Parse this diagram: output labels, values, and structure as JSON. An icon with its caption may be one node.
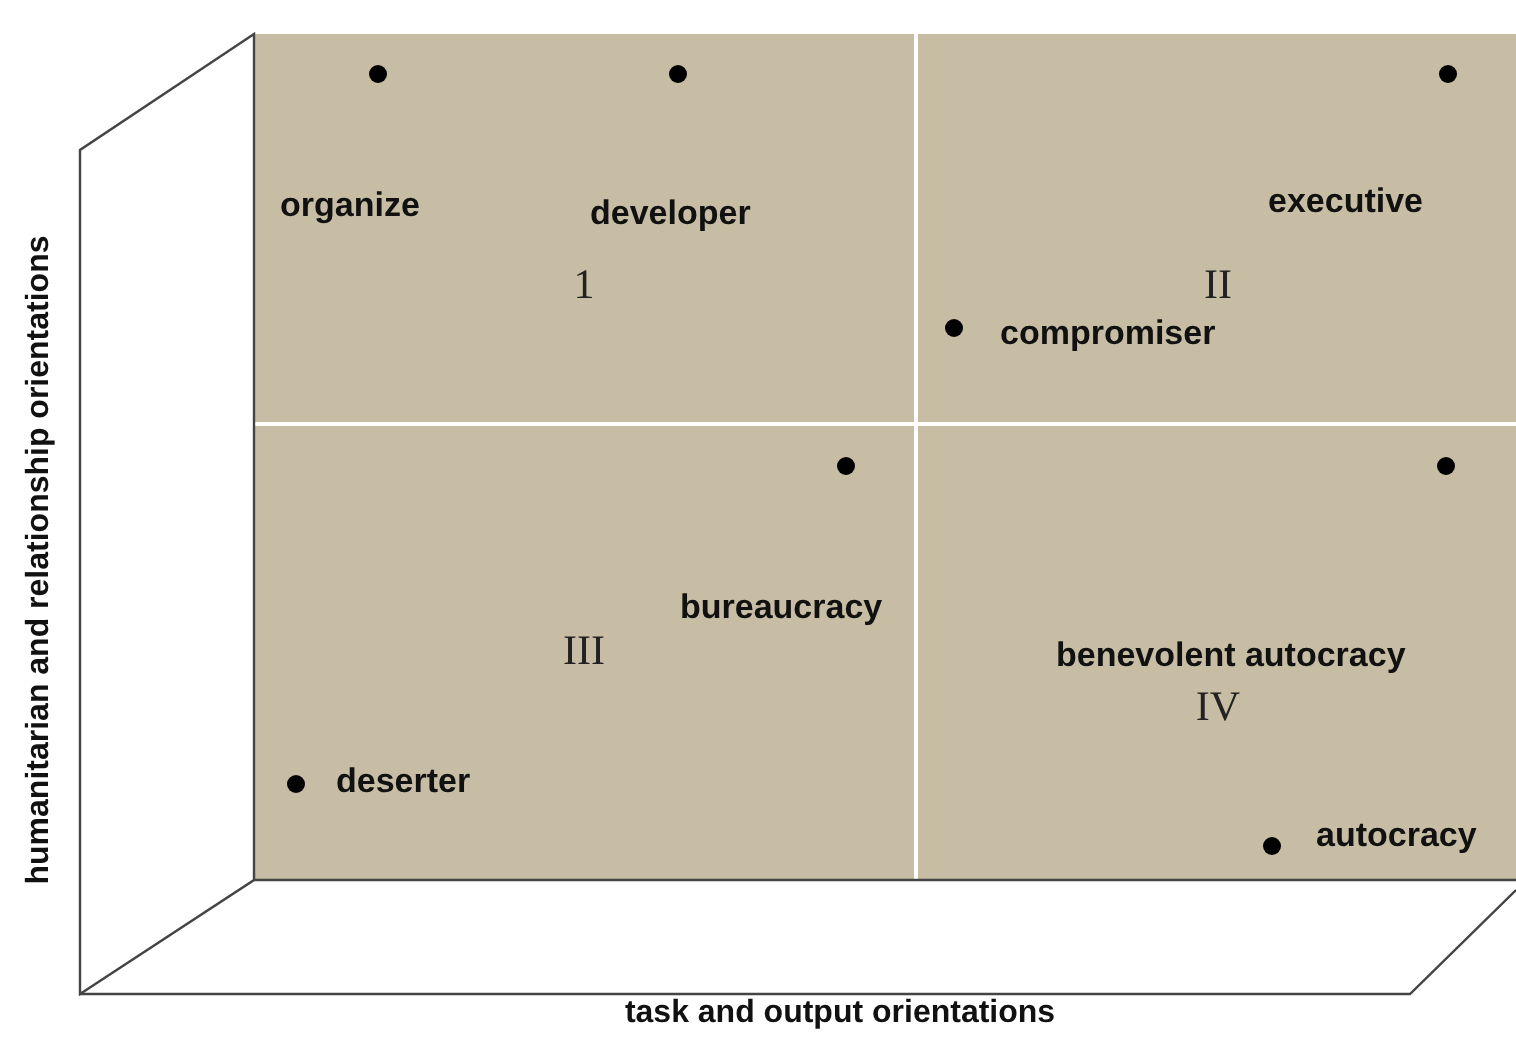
{
  "diagram": {
    "nodes": [
      {
        "text": [
          "1"
        ]
      },
      {
        "text": [
          "II"
        ]
      },
      {
        "text": [
          "III"
        ]
      },
      {
        "text": [
          "IV"
        ]
      }
    ],
    "labels": [
      "organize",
      "developer",
      "executive",
      "compromiser",
      "bureaucracy",
      "benevolent autocracy",
      "deserter",
      "autocracy",
      "humanitarian and relationship orientations",
      "task and output orientations"
    ]
  }
}
